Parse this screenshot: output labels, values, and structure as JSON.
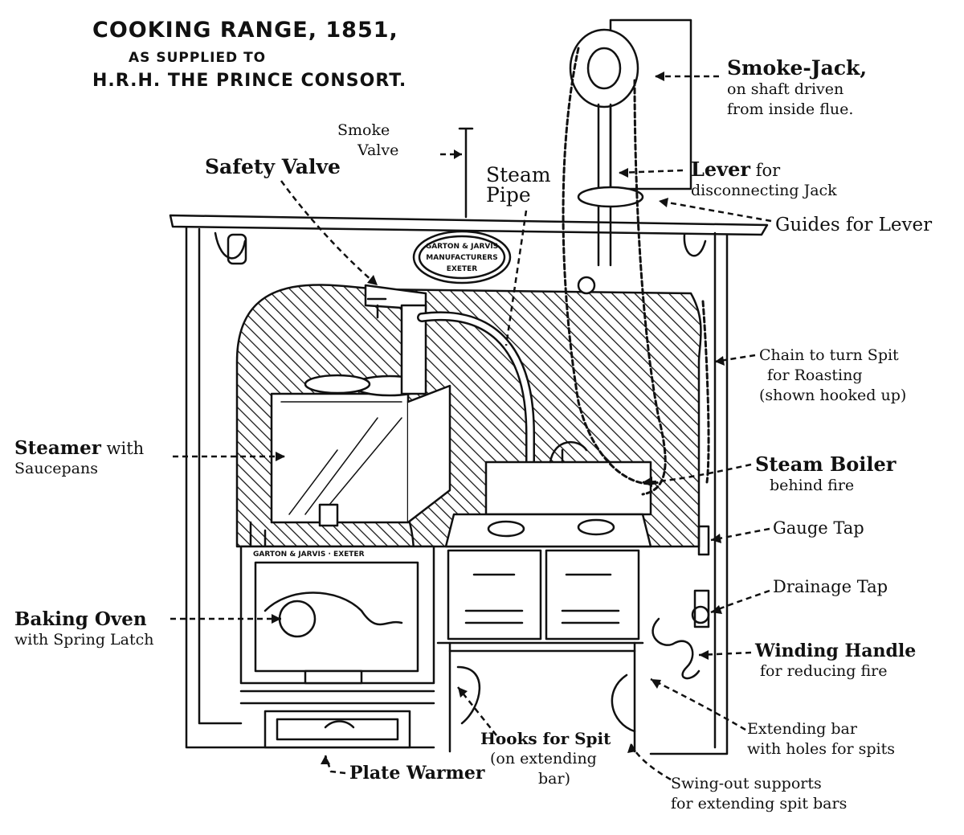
{
  "title": {
    "line1": "COOKING RANGE, 1851,",
    "line2": "AS SUPPLIED TO",
    "line3": "H.R.H. THE PRINCE CONSORT."
  },
  "maker_plate": {
    "line1": "GARTON & JARVIS",
    "line2": "MANUFACTURERS",
    "line3": "EXETER"
  },
  "oven_door_text": "GARTON & JARVIS · EXETER",
  "labels": {
    "smoke_jack": {
      "main": "Smoke-Jack,",
      "sub1": "on shaft driven",
      "sub2": "from inside flue."
    },
    "smoke_valve": {
      "line1": "Smoke",
      "line2": "Valve"
    },
    "safety_valve": "Safety Valve",
    "steam_pipe": {
      "line1": "Steam",
      "line2": "Pipe"
    },
    "lever": {
      "main": "Lever",
      "rest": " for",
      "sub": "disconnecting Jack"
    },
    "guides_for_lever": "Guides for Lever",
    "chain": {
      "line1": "Chain to turn Spit",
      "line2": "for Roasting",
      "line3": "(shown hooked up)"
    },
    "steamer": {
      "main": "Steamer",
      "rest": " with",
      "sub": "Saucepans"
    },
    "steam_boiler": {
      "main": "Steam Boiler",
      "sub": "behind fire"
    },
    "gauge_tap": "Gauge Tap",
    "drainage_tap": "Drainage Tap",
    "baking_oven": {
      "main": "Baking Oven",
      "sub": "with Spring Latch"
    },
    "winding_handle": {
      "main": "Winding Handle",
      "sub": "for reducing fire"
    },
    "extending_bar": {
      "line1": "Extending bar",
      "line2": "with holes for spits"
    },
    "hooks_for_spit": {
      "main": "Hooks for Spit",
      "line2": "(on extending",
      "line3": "bar)"
    },
    "plate_warmer": "Plate Warmer",
    "swing_out": {
      "line1": "Swing-out supports",
      "line2": "for extending spit bars"
    }
  },
  "colors": {
    "ink": "#111111",
    "paper": "#ffffff"
  }
}
